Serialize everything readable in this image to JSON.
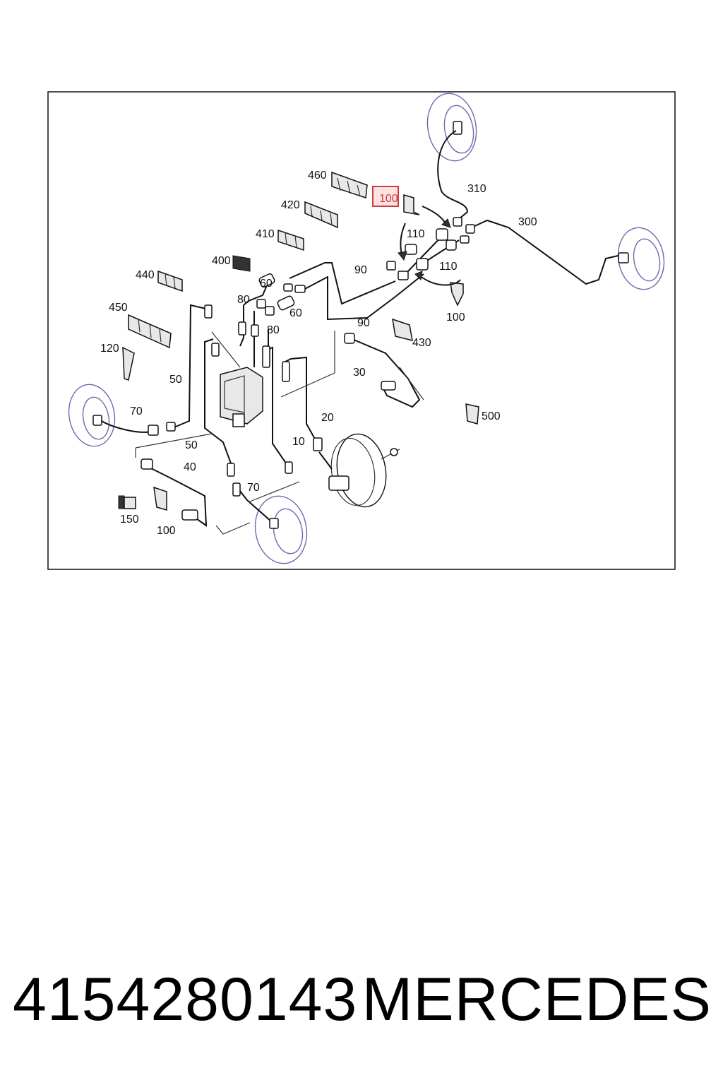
{
  "diagram": {
    "callouts": [
      {
        "id": "c460",
        "text": "460"
      },
      {
        "id": "c420",
        "text": "420"
      },
      {
        "id": "c410",
        "text": "410"
      },
      {
        "id": "c400",
        "text": "400"
      },
      {
        "id": "c440",
        "text": "440"
      },
      {
        "id": "c450",
        "text": "450"
      },
      {
        "id": "c120",
        "text": "120"
      },
      {
        "id": "c50a",
        "text": "50"
      },
      {
        "id": "c50b",
        "text": "50"
      },
      {
        "id": "c70a",
        "text": "70"
      },
      {
        "id": "c70b",
        "text": "70"
      },
      {
        "id": "c40",
        "text": "40"
      },
      {
        "id": "c150",
        "text": "150"
      },
      {
        "id": "c100a",
        "text": "100"
      },
      {
        "id": "c100b",
        "text": "100"
      },
      {
        "id": "c100c",
        "text": "100"
      },
      {
        "id": "c60a",
        "text": "60"
      },
      {
        "id": "c60b",
        "text": "60"
      },
      {
        "id": "c80a",
        "text": "80"
      },
      {
        "id": "c80b",
        "text": "80"
      },
      {
        "id": "c90a",
        "text": "90"
      },
      {
        "id": "c90b",
        "text": "90"
      },
      {
        "id": "c110a",
        "text": "110"
      },
      {
        "id": "c110b",
        "text": "110"
      },
      {
        "id": "c310",
        "text": "310"
      },
      {
        "id": "c300",
        "text": "300"
      },
      {
        "id": "c430",
        "text": "430"
      },
      {
        "id": "c30",
        "text": "30"
      },
      {
        "id": "c20",
        "text": "20"
      },
      {
        "id": "c10",
        "text": "10"
      },
      {
        "id": "c500",
        "text": "500"
      }
    ],
    "highlight_color": "#d33a3a"
  },
  "footer": {
    "part_number": "4154280143",
    "brand": "MERCEDES"
  }
}
